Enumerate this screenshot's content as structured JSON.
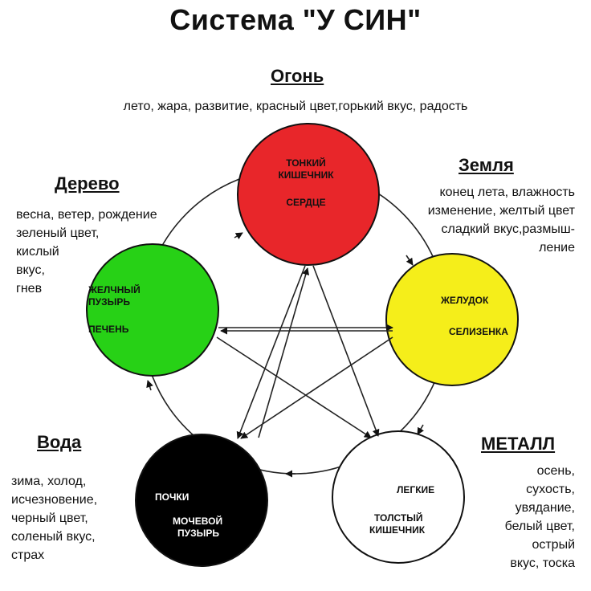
{
  "title": "Система \"У СИН\"",
  "colors": {
    "fire": "#e8262a",
    "earth": "#f5ee1a",
    "metal": "#ffffff",
    "water": "#000000",
    "wood": "#27d116"
  },
  "elements": {
    "fire": {
      "name": "Огонь",
      "lines": [
        "лето, жара, развитие, красный цвет,горький вкус, радость"
      ],
      "organs": [
        "ТОНКИЙ",
        "КИШЕЧНИК",
        "СЕРДЦЕ"
      ]
    },
    "earth": {
      "name": "Земля",
      "lines": [
        "конец лета, влажность",
        "изменение, желтый цвет",
        "сладкий вкус,размыш-",
        "ление"
      ],
      "organs": [
        "ЖЕЛУДОК",
        "СЕЛИЗЕНКА"
      ]
    },
    "metal": {
      "name": "МЕТАЛЛ",
      "lines": [
        "осень,",
        "сухость,",
        "увядание,",
        "белый цвет,",
        "острый",
        "вкус, тоска"
      ],
      "organs": [
        "ЛЕГКИЕ",
        "ТОЛСТЫЙ",
        "КИШЕЧНИК"
      ]
    },
    "water": {
      "name": "Вода",
      "lines": [
        "зима, холод,",
        "исчезновение,",
        "черный цвет,",
        "соленый вкус,",
        "страх"
      ],
      "organs": [
        "ПОЧКИ",
        "МОЧЕВОЙ",
        "ПУЗЫРЬ"
      ]
    },
    "wood": {
      "name": "Дерево",
      "lines": [
        "весна, ветер, рождение",
        "зеленый цвет,",
        "кислый",
        "вкус,",
        "гнев"
      ],
      "organs": [
        "ЖЕЛЧНЫЙ",
        "ПУЗЫРЬ",
        "ПЕЧЕНЬ"
      ]
    }
  }
}
